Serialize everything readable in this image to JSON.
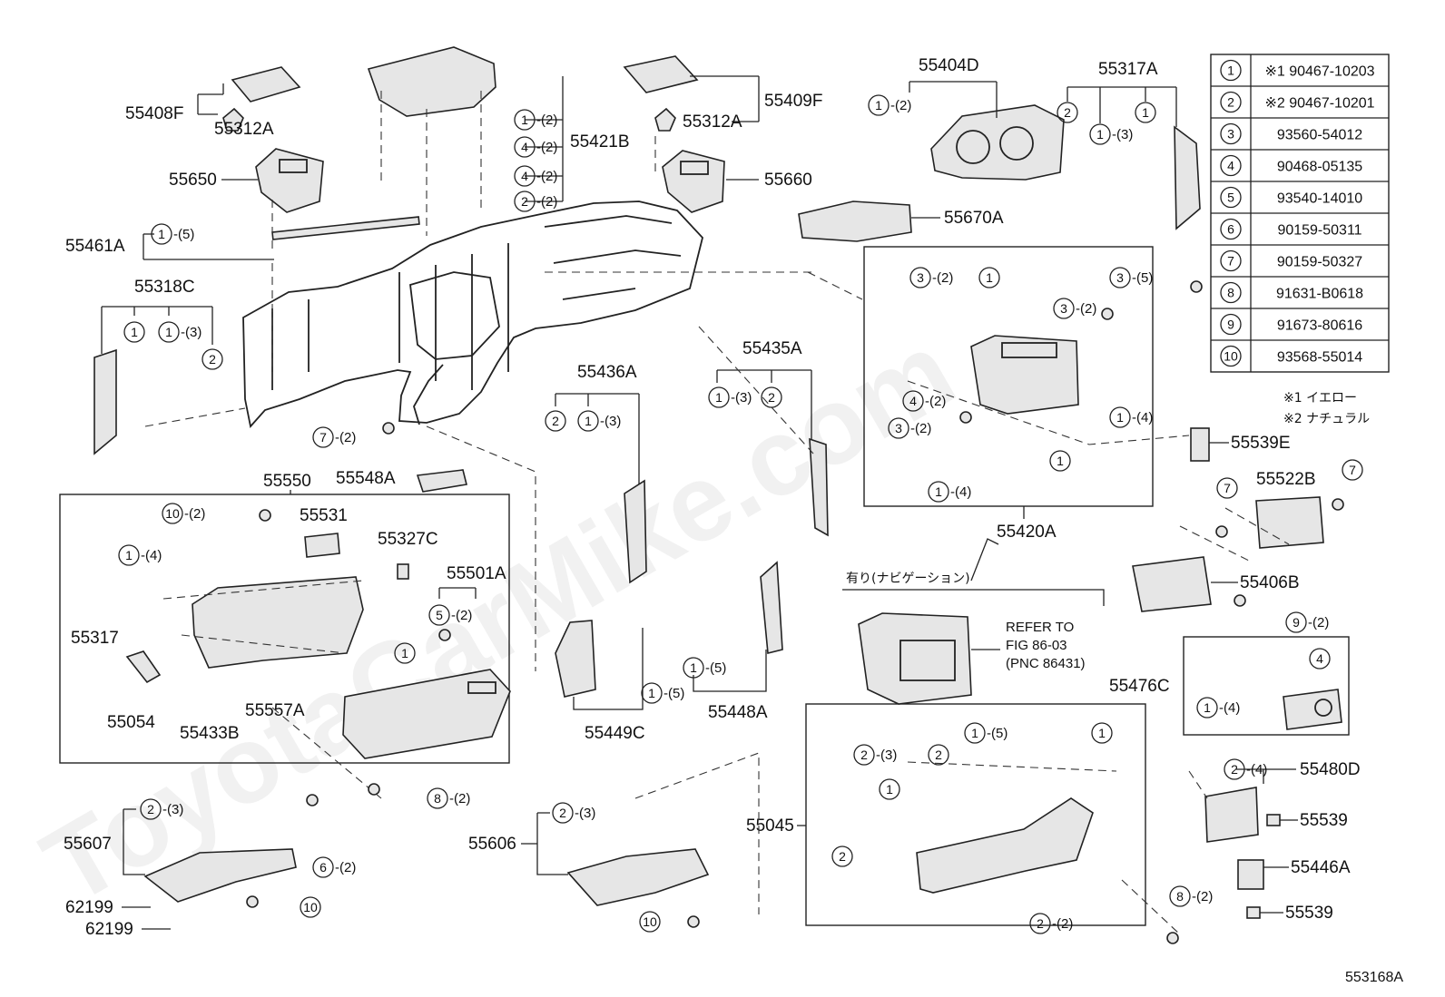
{
  "watermark": "ToyotaCarMike.com",
  "figure_id": "553168A",
  "notes": {
    "color1": "※1 イエロー",
    "color2": "※2 ナチュラル",
    "with_nav": "有り(ナビゲーション)",
    "refer1": "REFER TO",
    "refer2": "FIG 86-03",
    "refer3": "(PNC 86431)"
  },
  "parts_table": [
    {
      "no": "1",
      "part": "※1 90467-10203"
    },
    {
      "no": "2",
      "part": "※2 90467-10201"
    },
    {
      "no": "3",
      "part": "93560-54012"
    },
    {
      "no": "4",
      "part": "90468-05135"
    },
    {
      "no": "5",
      "part": "93540-14010"
    },
    {
      "no": "6",
      "part": "90159-50311"
    },
    {
      "no": "7",
      "part": "90159-50327"
    },
    {
      "no": "8",
      "part": "91631-B0618"
    },
    {
      "no": "9",
      "part": "91673-80616"
    },
    {
      "no": "10",
      "part": "93568-55014"
    }
  ],
  "labels": {
    "p55408F": "55408F",
    "p55312A_1": "55312A",
    "p55650": "55650",
    "p55461A": "55461A",
    "p55318C": "55318C",
    "p55421B": "55421B",
    "p55409F": "55409F",
    "p55312A_2": "55312A",
    "p55660": "55660",
    "p55404D": "55404D",
    "p55317A": "55317A",
    "p55670A": "55670A",
    "p55436A": "55436A",
    "p55435A": "55435A",
    "p55550": "55550",
    "p55548A": "55548A",
    "p55531": "55531",
    "p55327C": "55327C",
    "p55501A": "55501A",
    "p55317": "55317",
    "p55054": "55054",
    "p55433B": "55433B",
    "p55557A": "55557A",
    "p55449C": "55449C",
    "p55448A": "55448A",
    "p55420A": "55420A",
    "p55539E": "55539E",
    "p55522B": "55522B",
    "p55406B": "55406B",
    "p55476C": "55476C",
    "p55480D": "55480D",
    "p55539_1": "55539",
    "p55446A": "55446A",
    "p55539_2": "55539",
    "p55045": "55045",
    "p55607": "55607",
    "p62199_1": "62199",
    "p62199_2": "62199",
    "p55606": "55606"
  },
  "qty": {
    "q2": "-(2)",
    "q3": "-(3)",
    "q4": "-(4)",
    "q5": "-(5)"
  }
}
